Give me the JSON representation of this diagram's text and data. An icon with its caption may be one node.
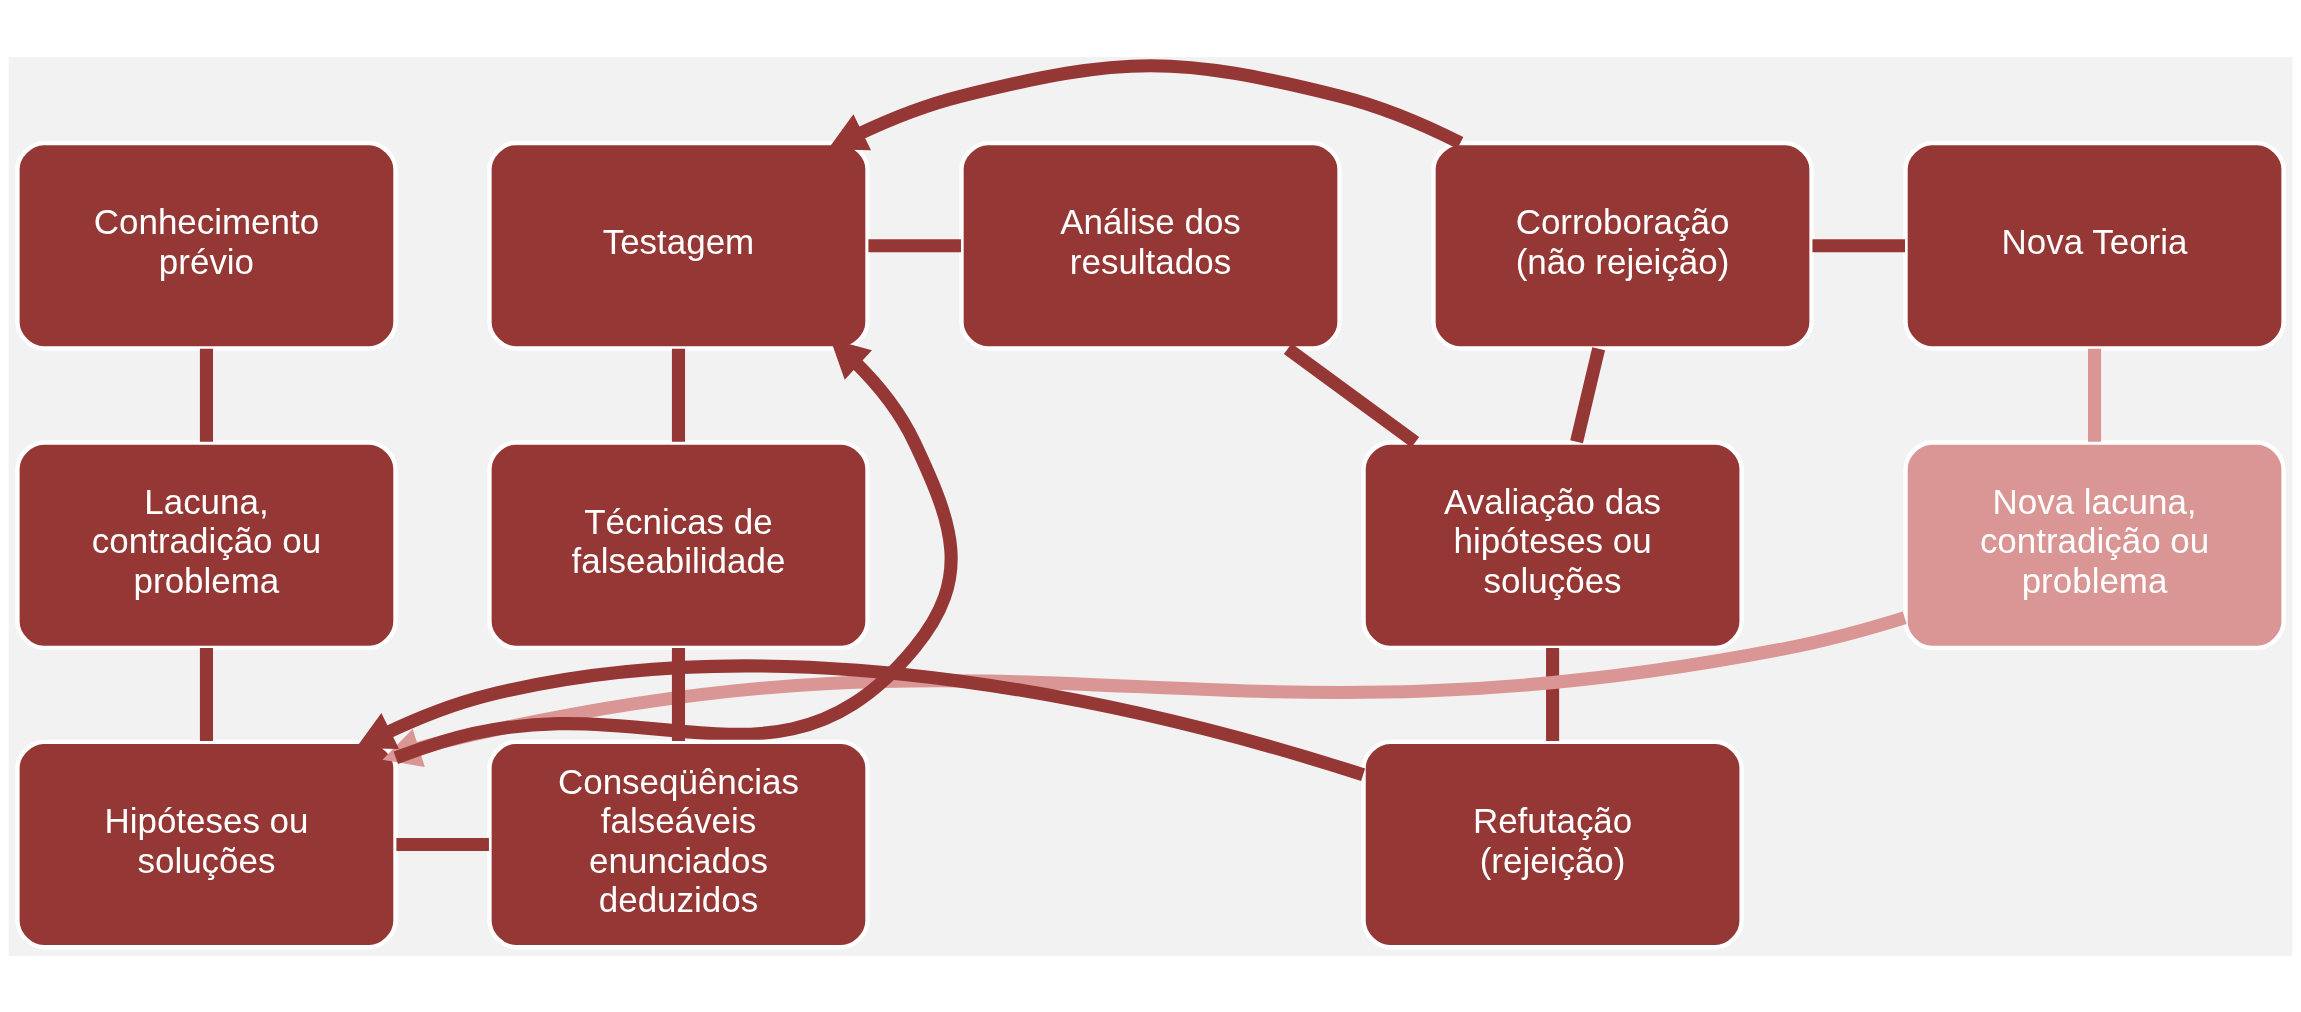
{
  "diagram": {
    "nodes": [
      {
        "text": [
          "Conhecimento prévio"
        ]
      },
      {
        "text": [
          "Testagem"
        ]
      },
      {
        "text": [
          "Análise dos resultados"
        ]
      },
      {
        "text": [
          "Corroboração (não rejeição)"
        ]
      },
      {
        "text": [
          "Nova Teoria"
        ]
      },
      {
        "text": [
          "Lacuna, contradição ou problema"
        ]
      },
      {
        "text": [
          "Técnicas de falseabilidade"
        ]
      },
      {
        "text": [
          "Avaliação das hipóteses ou soluções"
        ]
      },
      {
        "text": [
          "Nova lacuna, contradição ou problema"
        ]
      },
      {
        "text": [
          "Hipóteses ou soluções"
        ]
      },
      {
        "text": [
          "Conseqüências falseáveis enunciados deduzidos"
        ]
      },
      {
        "text": [
          "Refutação (rejeição)"
        ]
      }
    ],
    "edges": [
      {
        "from": 0,
        "to": 5,
        "arrow": "none"
      },
      {
        "from": 5,
        "to": 9,
        "arrow": "none"
      },
      {
        "from": 9,
        "to": 10,
        "arrow": "none"
      },
      {
        "from": 10,
        "to": 6,
        "arrow": "none"
      },
      {
        "from": 6,
        "to": 1,
        "arrow": "none"
      },
      {
        "from": 1,
        "to": 2,
        "arrow": "none"
      },
      {
        "from": 2,
        "to": 7,
        "arrow": "none"
      },
      {
        "from": 7,
        "to": 3,
        "arrow": "none"
      },
      {
        "from": 7,
        "to": 11,
        "arrow": "none"
      },
      {
        "from": 3,
        "to": 4,
        "arrow": "none"
      },
      {
        "from": 4,
        "to": 8,
        "arrow": "none",
        "color": "#d99694"
      },
      {
        "from": 9,
        "to": 1,
        "arrow": "to"
      },
      {
        "from": 3,
        "to": 1,
        "arrow": "to"
      },
      {
        "from": 11,
        "to": 9,
        "arrow": "to"
      },
      {
        "from": 8,
        "to": 9,
        "arrow": "to",
        "color": "#d99694"
      }
    ]
  }
}
